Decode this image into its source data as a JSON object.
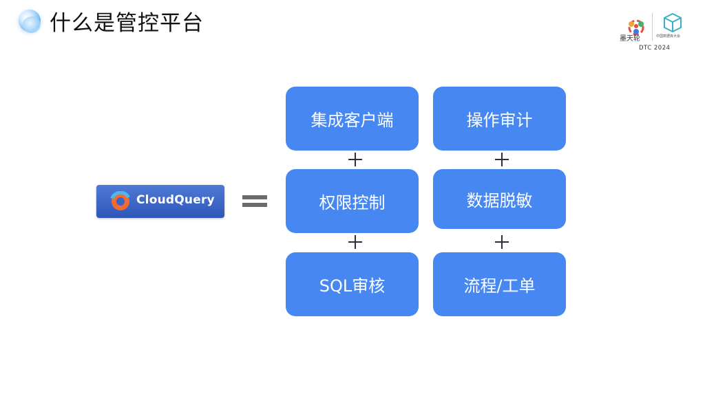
{
  "title": "什么是管控平台",
  "logos": {
    "left_label": "墨天轮",
    "right_label": "中国数据库大会",
    "event": "DTC 2024"
  },
  "product": {
    "name": "CloudQuery",
    "icon": "cloudquery-logo-icon"
  },
  "operator": "equals-sign",
  "components": {
    "col1": [
      "集成客户端",
      "权限控制",
      "SQL审核"
    ],
    "col2": [
      "操作审计",
      "数据脱敏",
      "流程/工单"
    ]
  },
  "colors": {
    "box": "#4787f2",
    "badge": "#3a63c6",
    "plus": "#2b2d3a",
    "equals": "#6b6b6b"
  }
}
